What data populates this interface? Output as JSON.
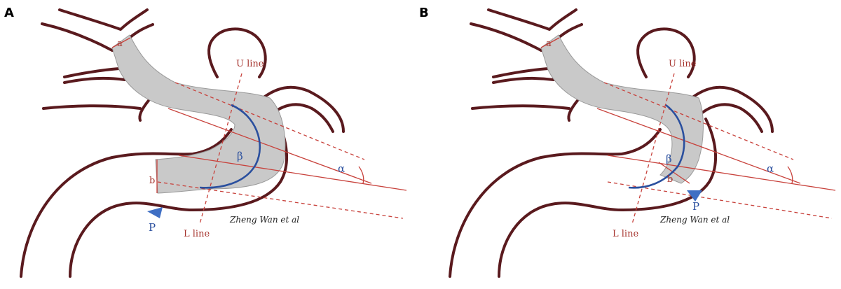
{
  "panels": [
    {
      "id": "A",
      "label": "A",
      "u_line": "U line",
      "l_line": "L line",
      "a": "a",
      "b": "b",
      "alpha": "α",
      "beta": "β",
      "p": "P",
      "credit": "Zheng Wan et al"
    },
    {
      "id": "B",
      "label": "B",
      "u_line": "U line",
      "l_line": "L line",
      "a": "a",
      "b": "b",
      "alpha": "α",
      "beta": "β",
      "p": "P",
      "credit": "Zheng Wan et al"
    }
  ],
  "colors": {
    "vessel": "#5a1a1e",
    "measure_red": "#c8423c",
    "arc_blue": "#2a4f9e",
    "stent_gray": "#c9c9c9"
  }
}
